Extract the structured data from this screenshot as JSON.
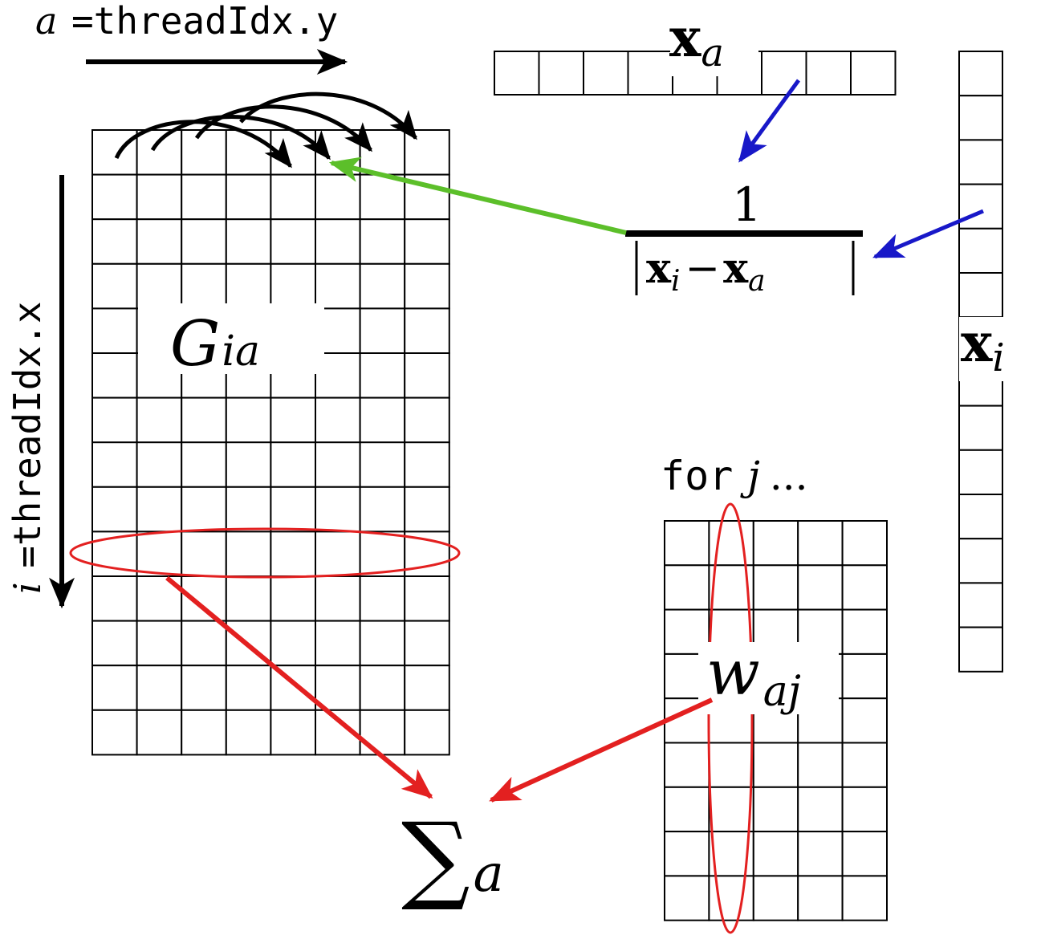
{
  "labels": {
    "a_symbol": "a",
    "a_eq": "=threadIdx.y",
    "i_symbol": "i",
    "i_eq": "=threadIdx.x",
    "xa_bold": "x",
    "xa_sub": "a",
    "xi_bold": "x",
    "xi_sub": "i",
    "frac_numerator": "1",
    "frac_den_x1": "x",
    "frac_den_i": "i",
    "frac_den_minus": "−",
    "frac_den_x2": "x",
    "frac_den_a": "a",
    "G_main": "G",
    "G_sub": "ia",
    "w_main": "w",
    "w_sub": "aj",
    "for_kw": "for",
    "for_var": "j",
    "for_dots": "...",
    "sigma": "∑",
    "sigma_sub": "a"
  },
  "grids": {
    "G_matrix": {
      "rows": 14,
      "cols": 8
    },
    "xa_vector": {
      "rows": 1,
      "cols": 9
    },
    "xi_vector": {
      "rows": 14,
      "cols": 1
    },
    "w_matrix": {
      "rows": 9,
      "cols": 5
    }
  },
  "colors": {
    "ink": "#000000",
    "green_arrow": "#5cbf2a",
    "blue_arrow": "#1818c8",
    "red_arrow": "#e32020",
    "red_ellipse": "#e32020"
  }
}
